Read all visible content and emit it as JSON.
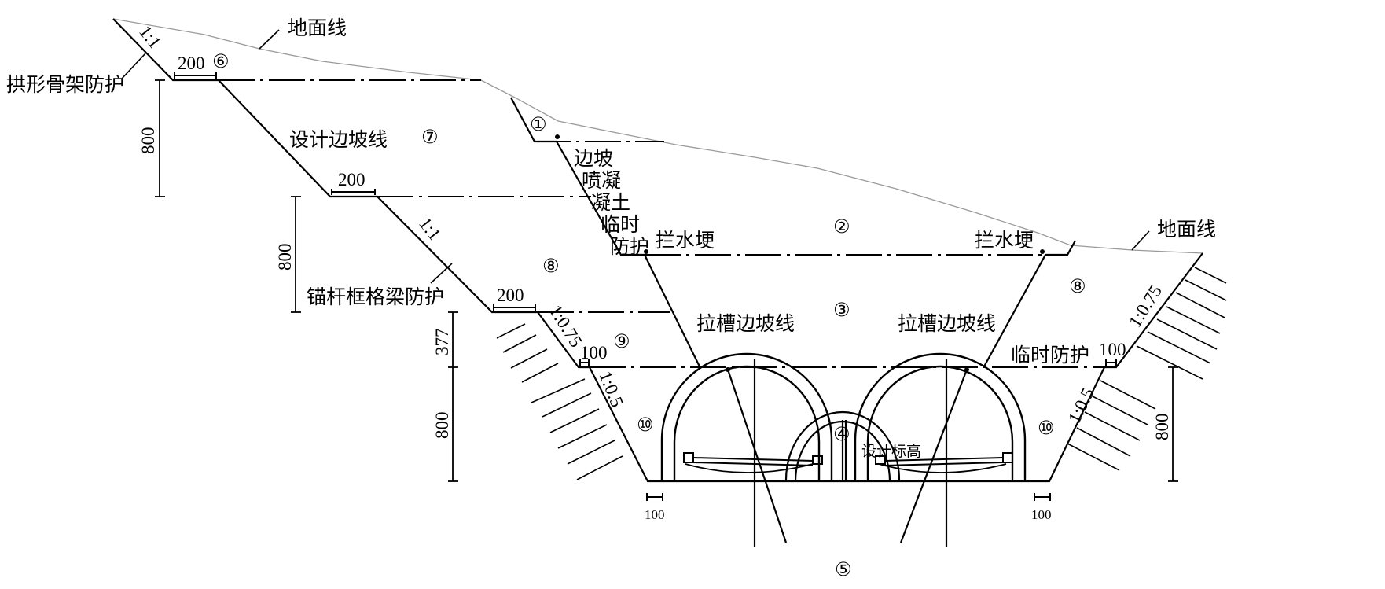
{
  "labels": {
    "ground_line_left": "地面线",
    "ground_line_right": "地面线",
    "arch_frame": "拱形骨架防护",
    "design_slope": "设计边坡线",
    "temp_shotcrete": [
      "边坡",
      "喷凝",
      "凝土",
      "临时",
      "防护"
    ],
    "anchor_frame": "锚杆框格梁防护",
    "water_bar_left": "拦水埂",
    "water_bar_right": "拦水埂",
    "trench_slope_left": "拉槽边坡线",
    "trench_slope_right": "拉槽边坡线",
    "temp_protection": "临时防护",
    "design_elevation": "设计标高"
  },
  "zones": {
    "z1": "①",
    "z2": "②",
    "z3": "③",
    "z4": "④",
    "z5": "⑤",
    "z6": "⑥",
    "z7": "⑦",
    "z8a": "⑧",
    "z8b": "⑧",
    "z9": "⑨",
    "z10a": "⑩",
    "z10b": "⑩"
  },
  "slopes": {
    "s1": "1:1",
    "s2": "1:1",
    "s3": "1:0.75",
    "s4": "1:0.5",
    "s5": "1:0.75",
    "s6": "1:0.5"
  },
  "dimensions": {
    "berm1": "200",
    "berm2": "200",
    "berm3": "200",
    "berm4": "100",
    "berm5": "100",
    "h1": "800",
    "h2": "800",
    "h3": "377",
    "h4": "800",
    "h5": "800",
    "bottom_left": "100",
    "bottom_right": "100"
  }
}
